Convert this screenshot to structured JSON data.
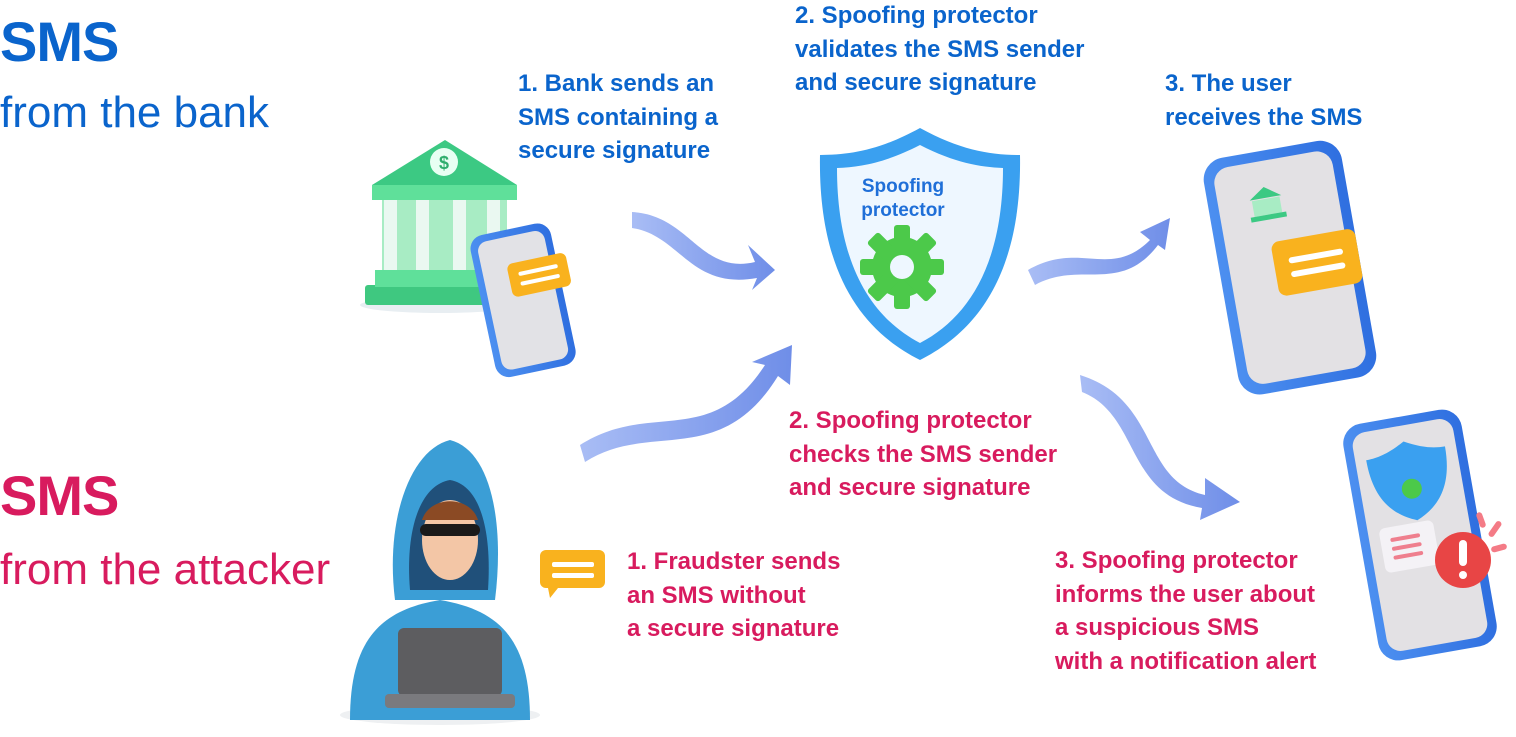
{
  "bank_section": {
    "title": "SMS",
    "subtitle": "from the bank",
    "steps": [
      {
        "lines": [
          "1. Bank sends an",
          "SMS containing a",
          "secure signature"
        ]
      },
      {
        "lines": [
          "2. Spoofing protector",
          "validates the SMS sender",
          "and secure signature"
        ]
      },
      {
        "lines": [
          "3. The user",
          "receives the SMS"
        ]
      }
    ]
  },
  "attacker_section": {
    "title": "SMS",
    "subtitle": "from the attacker",
    "steps": [
      {
        "lines": [
          "1. Fraudster sends",
          "an SMS without",
          "a secure signature"
        ]
      },
      {
        "lines": [
          "2. Spoofing protector",
          "checks the SMS sender",
          "and secure signature"
        ]
      },
      {
        "lines": [
          "3. Spoofing protector",
          "informs the user about",
          "a suspicious SMS",
          "with a notification alert"
        ]
      }
    ]
  },
  "shield_label": [
    "Spoofing",
    "protector"
  ],
  "colors": {
    "bank_blue": "#0a64cc",
    "attacker_red": "#d81b5e",
    "arrow": "#8aa6ef",
    "shield": "#3aa0f0",
    "gear": "#4cc94a",
    "alert": "#e84545",
    "message": "#f9b21e",
    "bank_green": "#4fd38c"
  }
}
